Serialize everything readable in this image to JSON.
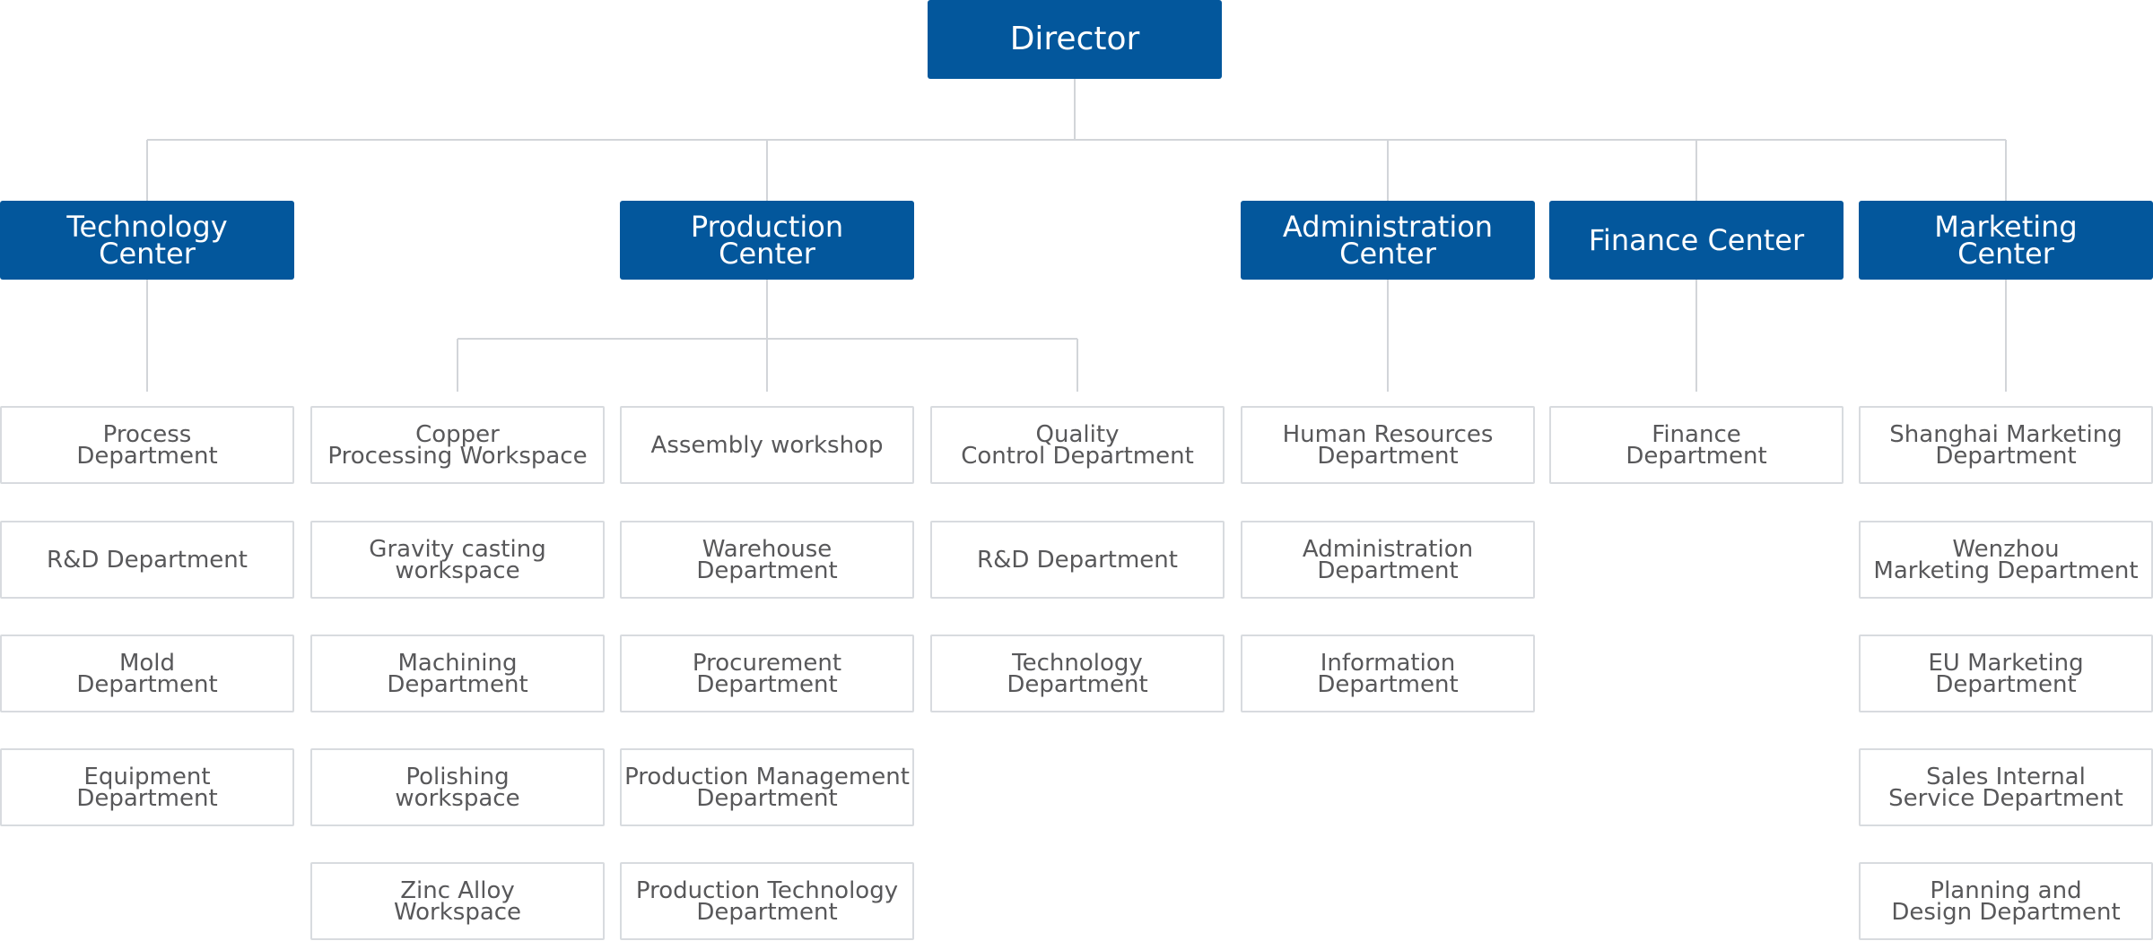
{
  "chart": {
    "director": "Director",
    "centers": [
      {
        "title": [
          "Technology",
          "Center"
        ],
        "departments": [
          [
            "Process",
            "Department"
          ],
          [
            "R&D Department"
          ],
          [
            "Mold",
            "Department"
          ],
          [
            "Equipment",
            "Department"
          ]
        ]
      },
      {
        "title": [
          "Production",
          "Center"
        ],
        "departments": [
          [
            "Copper",
            "Processing Workspace"
          ],
          [
            "Gravity casting",
            "workspace"
          ],
          [
            "Machining",
            "Department"
          ],
          [
            "Polishing",
            "workspace"
          ],
          [
            "Zinc Alloy",
            "Workspace"
          ],
          [
            "Assembly  workshop"
          ],
          [
            "Warehouse",
            "Department"
          ],
          [
            "Procurement",
            "Department"
          ],
          [
            "Production Management",
            "Department"
          ],
          [
            "Production Technology",
            "Department"
          ],
          [
            "Quality",
            "Control Department"
          ],
          [
            "R&D Department"
          ],
          [
            "Technology",
            "Department"
          ]
        ]
      },
      {
        "title": [
          "Administration",
          "Center"
        ],
        "departments": [
          [
            "Human Resources",
            "Department"
          ],
          [
            "Administration",
            "Department"
          ],
          [
            "Information",
            "Department"
          ]
        ]
      },
      {
        "title": [
          "Finance Center"
        ],
        "departments": [
          [
            "Finance",
            "Department"
          ]
        ]
      },
      {
        "title": [
          "Marketing",
          "Center"
        ],
        "departments": [
          [
            "Shanghai Marketing",
            "Department"
          ],
          [
            "Wenzhou",
            "Marketing Department"
          ],
          [
            "EU Marketing",
            "Department"
          ],
          [
            "Sales Internal",
            "Service Department"
          ],
          [
            "Planning and",
            "Design Department"
          ]
        ]
      }
    ]
  }
}
